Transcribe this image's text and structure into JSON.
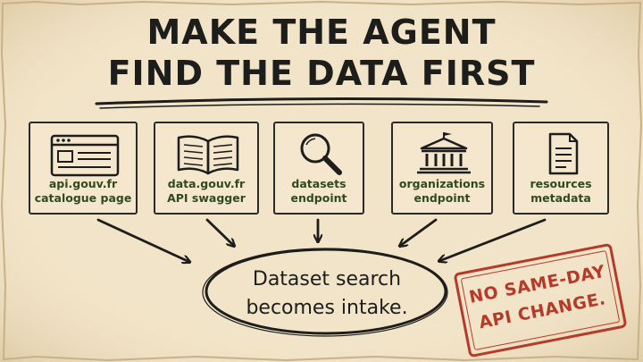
{
  "title": {
    "line1": "MAKE THE AGENT",
    "line2": "FIND THE DATA FIRST"
  },
  "cards": [
    {
      "icon": "browser-window-icon",
      "line1": "api.gouv.fr",
      "line2": "catalogue page"
    },
    {
      "icon": "open-book-icon",
      "line1": "data.gouv.fr",
      "line2": "API swagger"
    },
    {
      "icon": "magnifying-glass-icon",
      "line1": "datasets",
      "line2": "endpoint"
    },
    {
      "icon": "government-building-icon",
      "line1": "organizations",
      "line2": "endpoint"
    },
    {
      "icon": "document-icon",
      "line1": "resources",
      "line2": "metadata"
    }
  ],
  "center": {
    "line1": "Dataset search",
    "line2": "becomes intake."
  },
  "stamp": {
    "line1": "NO SAME-DAY",
    "line2": "API CHANGE."
  },
  "colors": {
    "ink": "#1d1d1b",
    "label_green": "#2f4a1e",
    "stamp_red": "#b53a2a",
    "paper": "#f3e6cc"
  }
}
